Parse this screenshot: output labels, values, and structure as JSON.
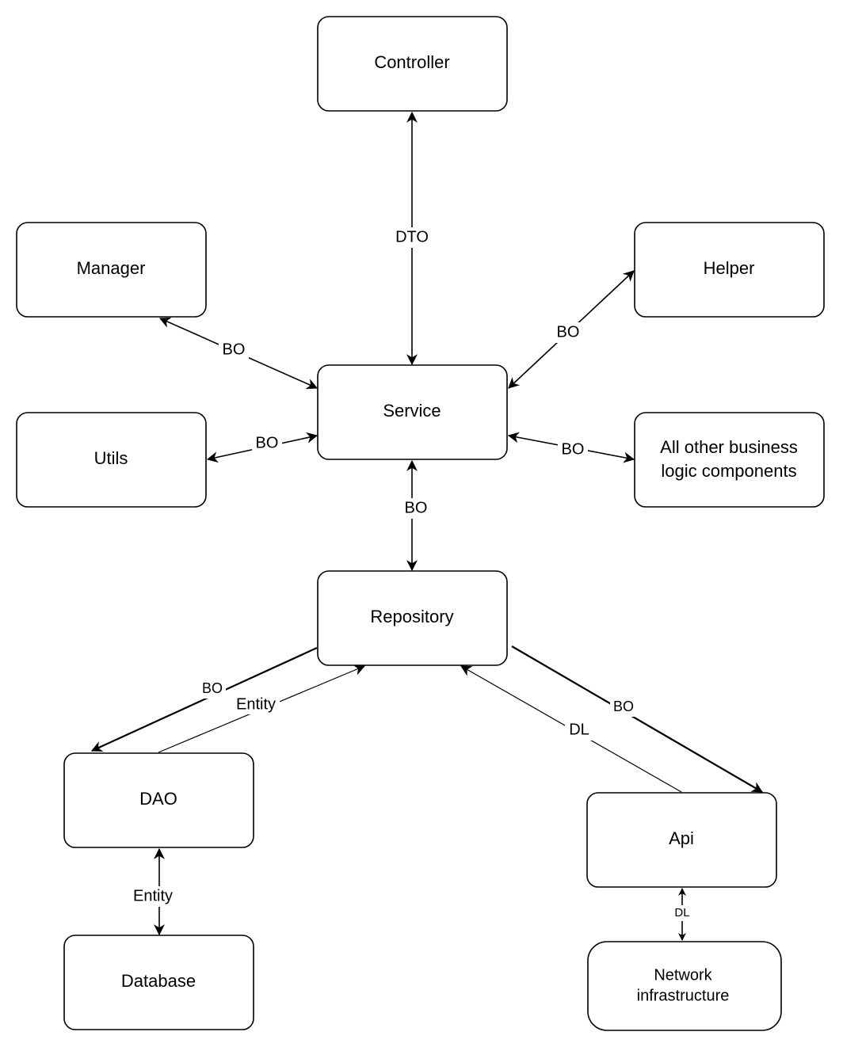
{
  "nodes": {
    "controller": "Controller",
    "manager": "Manager",
    "helper": "Helper",
    "service": "Service",
    "utils": "Utils",
    "other_components": [
      "All other business",
      "logic components"
    ],
    "repository": "Repository",
    "dao": "DAO",
    "api": "Api",
    "database": "Database",
    "network": [
      "Network",
      "infrastructure"
    ]
  },
  "edges": {
    "controller_service": "DTO",
    "manager_service": "BO",
    "helper_service": "BO",
    "utils_service": "BO",
    "other_service": "BO",
    "service_repository": "BO",
    "repository_dao": "BO",
    "dao_repository": "Entity",
    "repository_api": "BO",
    "api_repository": "DL",
    "dao_database": "Entity",
    "api_network": "DL"
  }
}
